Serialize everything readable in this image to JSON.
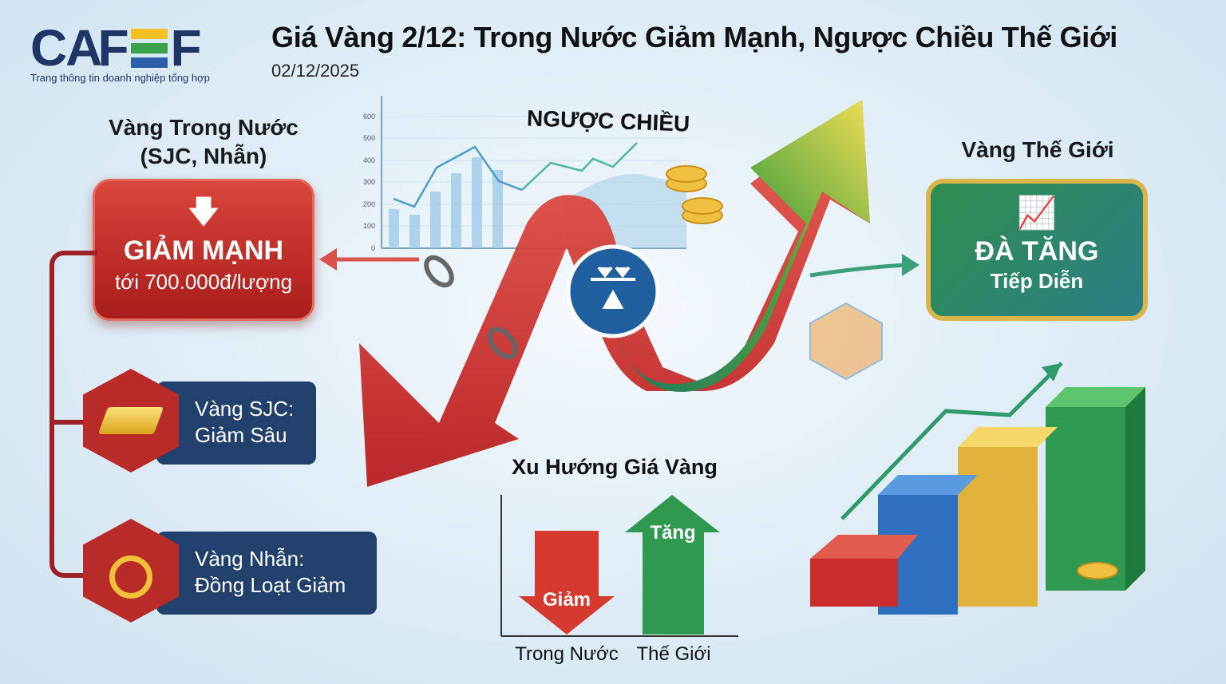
{
  "logo": {
    "text": "CAFEF",
    "tagline": "Trang thông tin doanh nghiệp tổng hợp",
    "colors": [
      "#f3c122",
      "#3aa04a",
      "#2c5ea8"
    ]
  },
  "header": {
    "title": "Giá Vàng 2/12: Trong Nước Giảm Mạnh, Ngược Chiều Thế Giới",
    "date": "02/12/2025"
  },
  "domestic": {
    "heading_line1": "Vàng Trong Nước",
    "heading_line2": "(SJC, Nhẫn)",
    "box_title": "GIẢM MẠNH",
    "box_sub": "tới 700.000đ/lượng",
    "icon": "arrow-down-icon",
    "color": "#c0302b"
  },
  "items": [
    {
      "line1": "Vàng SJC:",
      "line2": "Giảm Sâu",
      "icon": "gold-bar-icon"
    },
    {
      "line1": "Vàng Nhẫn:",
      "line2": "Đồng Loạt Giảm",
      "icon": "ring-icon"
    }
  ],
  "center": {
    "label": "NGƯỢC CHIỀU",
    "axis_ticks": [
      "600",
      "500",
      "400",
      "300",
      "200",
      "100",
      "0"
    ],
    "icon": "balance-icon"
  },
  "world": {
    "heading": "Vàng Thế Giới",
    "box_title": "ĐÀ TĂNG",
    "box_sub": "Tiếp Diễn",
    "icon": "growth-chart-icon",
    "color": "#2f8d4e"
  },
  "trend": {
    "title": "Xu Hướng Giá Vàng",
    "down_label": "Giảm",
    "up_label": "Tăng",
    "x_labels": [
      "Trong Nước",
      "Thế Giới"
    ],
    "down_color": "#d63a2f",
    "up_color": "#2f9a4f"
  }
}
